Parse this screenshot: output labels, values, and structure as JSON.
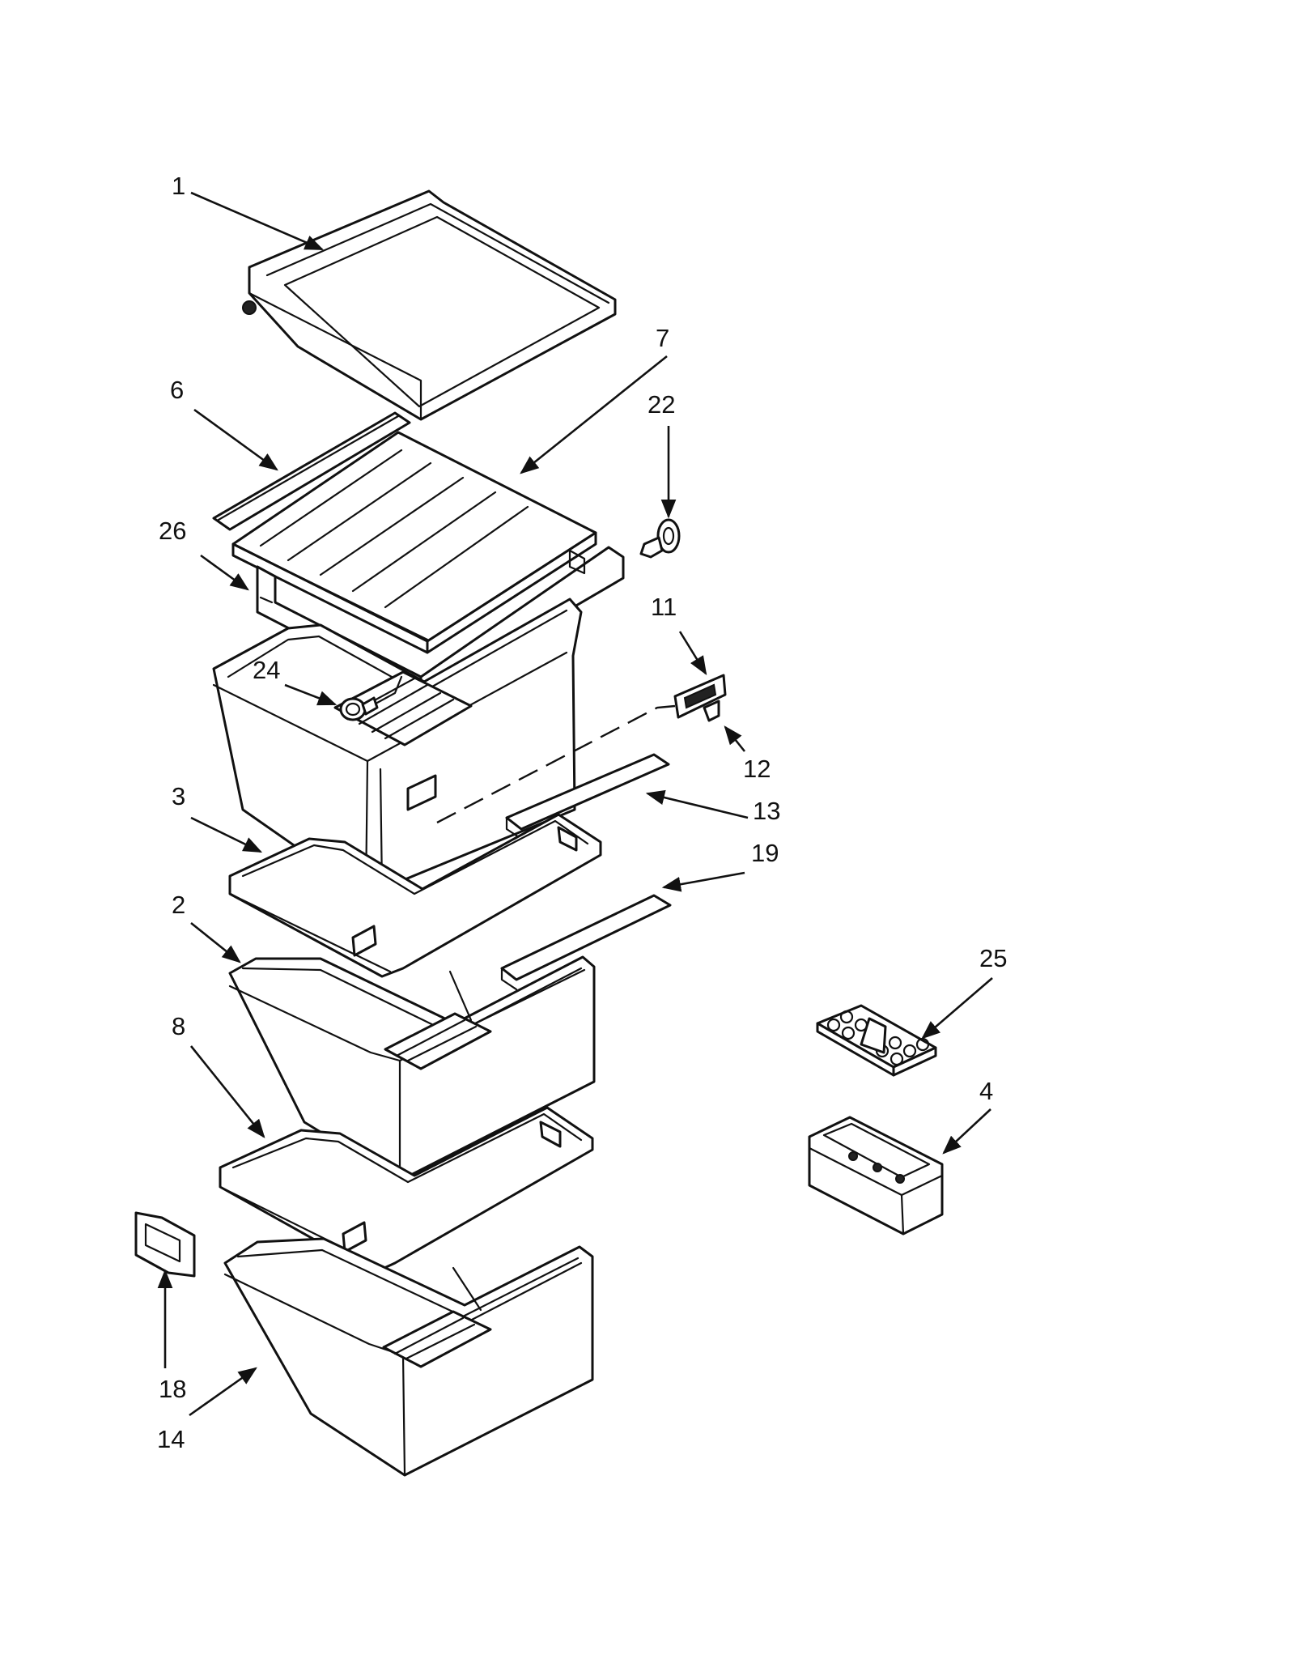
{
  "callouts": [
    {
      "id": "1",
      "label": "1"
    },
    {
      "id": "6",
      "label": "6"
    },
    {
      "id": "7",
      "label": "7"
    },
    {
      "id": "22",
      "label": "22"
    },
    {
      "id": "26",
      "label": "26"
    },
    {
      "id": "11",
      "label": "11"
    },
    {
      "id": "24",
      "label": "24"
    },
    {
      "id": "12",
      "label": "12"
    },
    {
      "id": "3",
      "label": "3"
    },
    {
      "id": "13",
      "label": "13"
    },
    {
      "id": "19",
      "label": "19"
    },
    {
      "id": "2",
      "label": "2"
    },
    {
      "id": "25",
      "label": "25"
    },
    {
      "id": "8",
      "label": "8"
    },
    {
      "id": "4",
      "label": "4"
    },
    {
      "id": "18",
      "label": "18"
    },
    {
      "id": "14",
      "label": "14"
    }
  ]
}
